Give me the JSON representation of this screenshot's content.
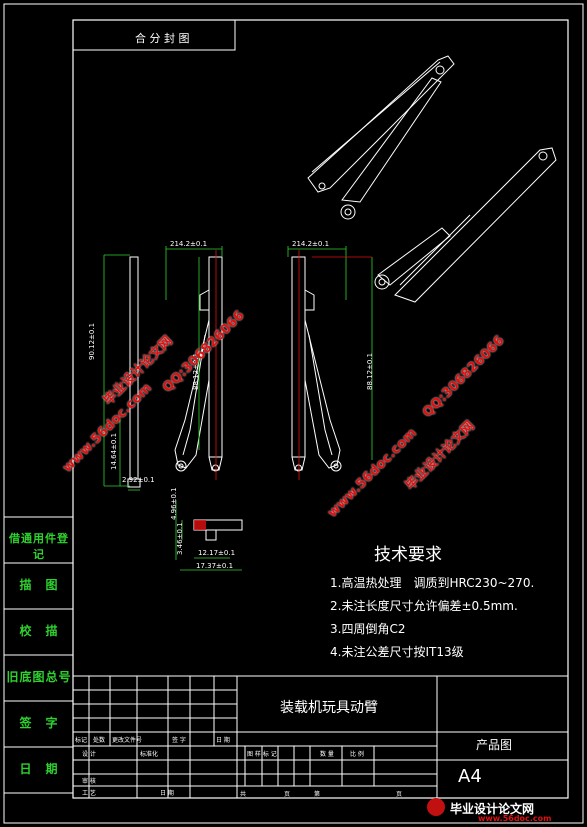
{
  "title_box": "合 分 封 图",
  "side_labels": [
    "借通用件登记",
    "描　图",
    "校　描",
    "旧底图总号",
    "签　字",
    "日　期"
  ],
  "tech": {
    "title": "技术要求",
    "items": [
      "1.高温热处理　调质到HRC230~270.",
      "2.未注长度尺寸允许偏差±0.5mm.",
      "3.四周倒角C2",
      "4.未注公差尺寸按IT13级"
    ]
  },
  "title_block": {
    "part_name": "装载机玩具动臂",
    "drawing_type": "产品图",
    "size": "A4",
    "headers": [
      "标记",
      "处数",
      "更改文件号",
      "签 字",
      "日 期"
    ],
    "roles": [
      "设 计",
      "标准化",
      "审 核",
      "工 艺",
      "日 期"
    ],
    "scale_row": [
      "图 样 标 记",
      "数 量",
      "比 例"
    ],
    "bottom_row": [
      "共",
      "页",
      "第",
      "页"
    ]
  },
  "dimensions": [
    "214.2±0.1",
    "214.2±0.1",
    "90.12±0.1",
    "88.12±0.1",
    "88.12±0.1",
    "14.64±0.1",
    "2.92±0.1",
    "4.96±0.1",
    "3.46±0.1",
    "12.17±0.1",
    "17.37±0.1"
  ],
  "watermarks": [
    "毕业设计论文网",
    "www.56doc.com",
    "QQ:306826066"
  ],
  "footer_logo": {
    "title": "毕业设计论文网",
    "url": "www.56doc.com"
  }
}
